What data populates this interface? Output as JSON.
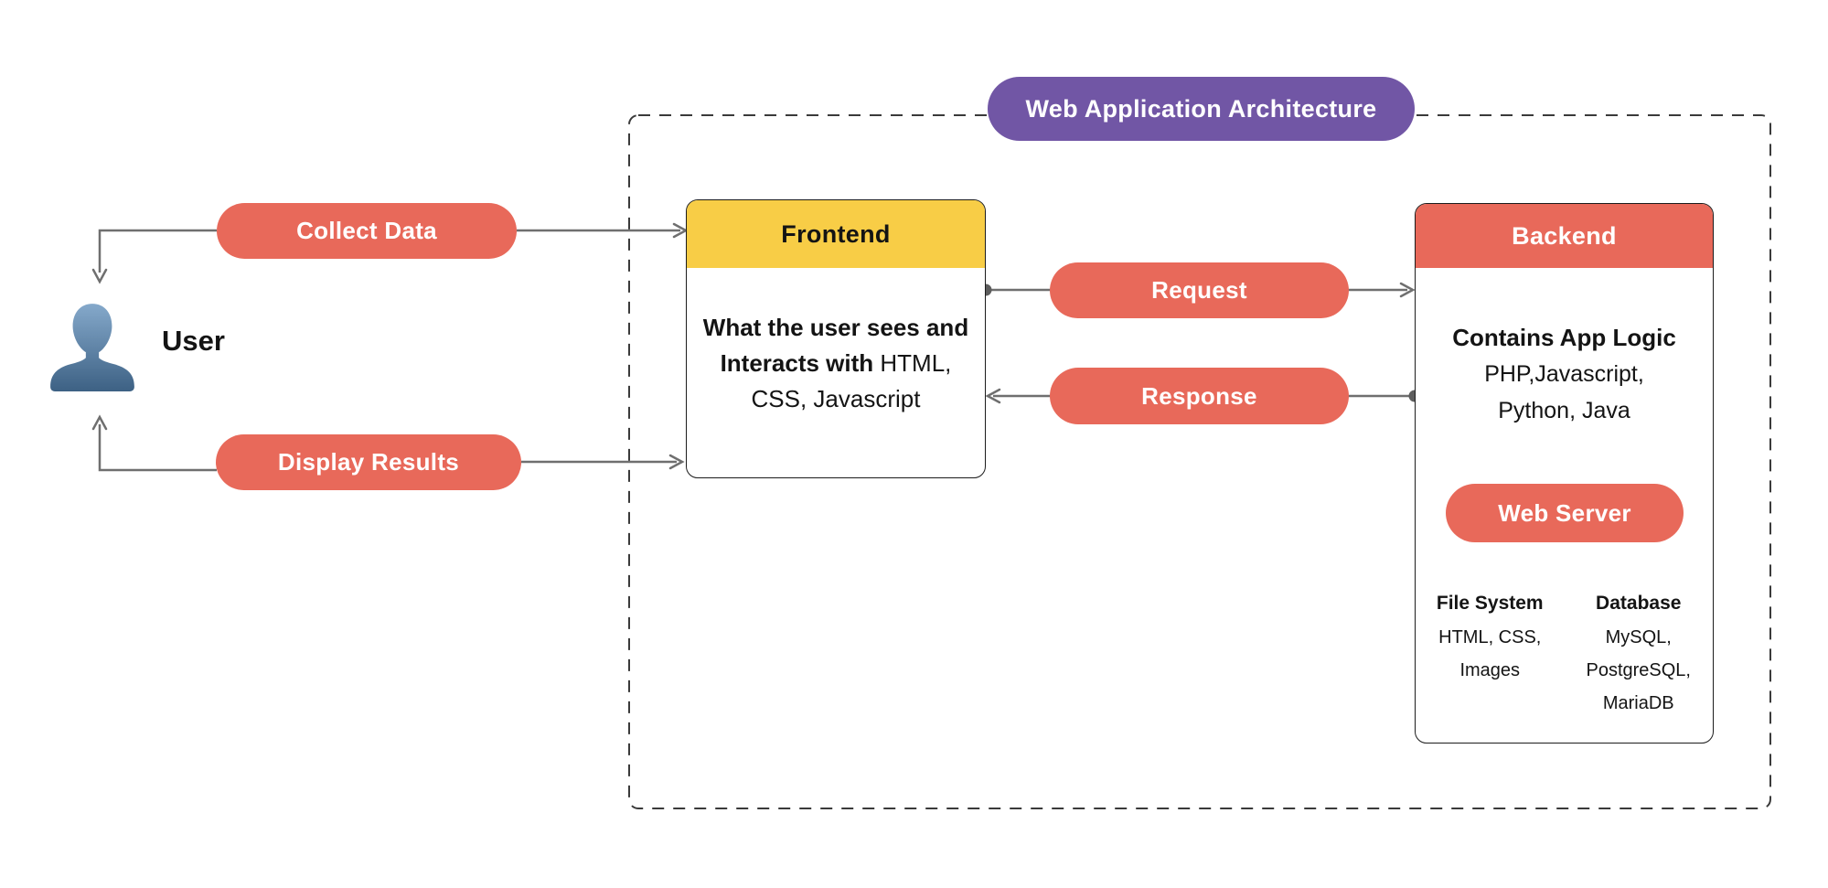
{
  "diagram": {
    "title": "Web Application Architecture",
    "user": {
      "label": "User"
    },
    "flows": {
      "collect_data": "Collect Data",
      "display_results": "Display Results",
      "request": "Request",
      "response": "Response"
    },
    "frontend": {
      "title": "Frontend",
      "body_lines": [
        {
          "bold": "What the user sees and",
          "regular": ""
        },
        {
          "bold": "Interacts with",
          "regular": " HTML,"
        },
        {
          "bold": "",
          "regular": "CSS, Javascript"
        }
      ]
    },
    "backend": {
      "title": "Backend",
      "logic_heading": "Contains App Logic",
      "logic_lines": [
        "PHP,Javascript,",
        "Python, Java"
      ],
      "web_server_label": "Web Server",
      "columns": [
        {
          "heading": "File System",
          "lines": [
            "HTML, CSS,",
            "Images"
          ]
        },
        {
          "heading": "Database",
          "lines": [
            "MySQL,",
            "PostgreSQL,",
            "MariaDB"
          ]
        }
      ]
    }
  },
  "colors": {
    "coral": "#e8695a",
    "yellow": "#f8cd46",
    "purple": "#7156a5",
    "line": "#6f6f6f",
    "border": "#3a3a3a",
    "ink": "#141414",
    "canvas": "#ffffff"
  }
}
